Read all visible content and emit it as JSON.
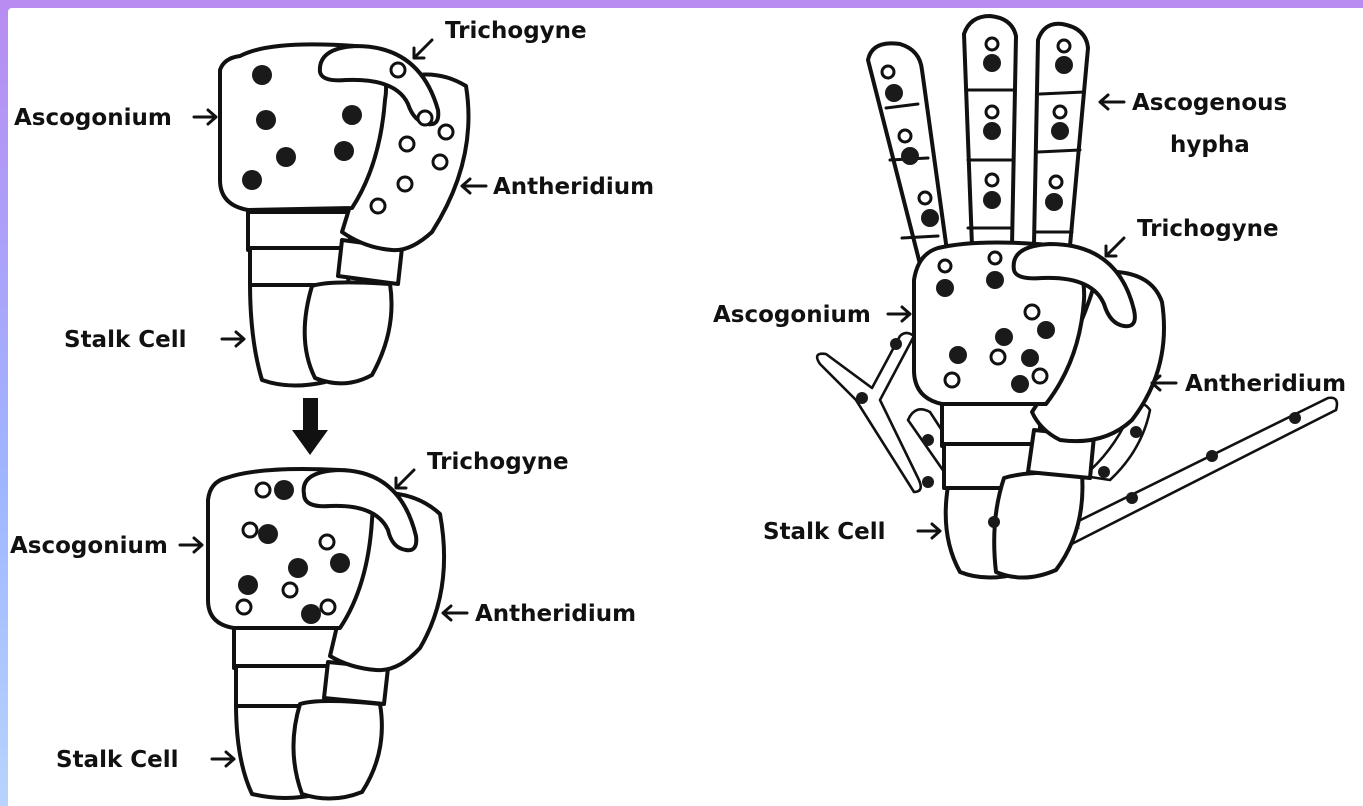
{
  "panels": {
    "stage1": {
      "trichogyne": "Trichogyne",
      "ascogonium": "Ascogonium",
      "antheridium": "Antheridium",
      "stalk_cell": "Stalk Cell"
    },
    "stage2": {
      "trichogyne": "Trichogyne",
      "ascogonium": "Ascogonium",
      "antheridium": "Antheridium",
      "stalk_cell": "Stalk Cell"
    },
    "stage3": {
      "ascogenous_hypha_line1": "Ascogenous",
      "ascogenous_hypha_line2": "hypha",
      "trichogyne": "Trichogyne",
      "ascogonium": "Ascogonium",
      "antheridium": "Antheridium",
      "stalk_cell": "Stalk Cell"
    }
  },
  "colors": {
    "frame_gradient_top": "#b98cf2",
    "frame_gradient_bottom": "#b7d4ff",
    "ink": "#111111",
    "background": "#ffffff"
  }
}
